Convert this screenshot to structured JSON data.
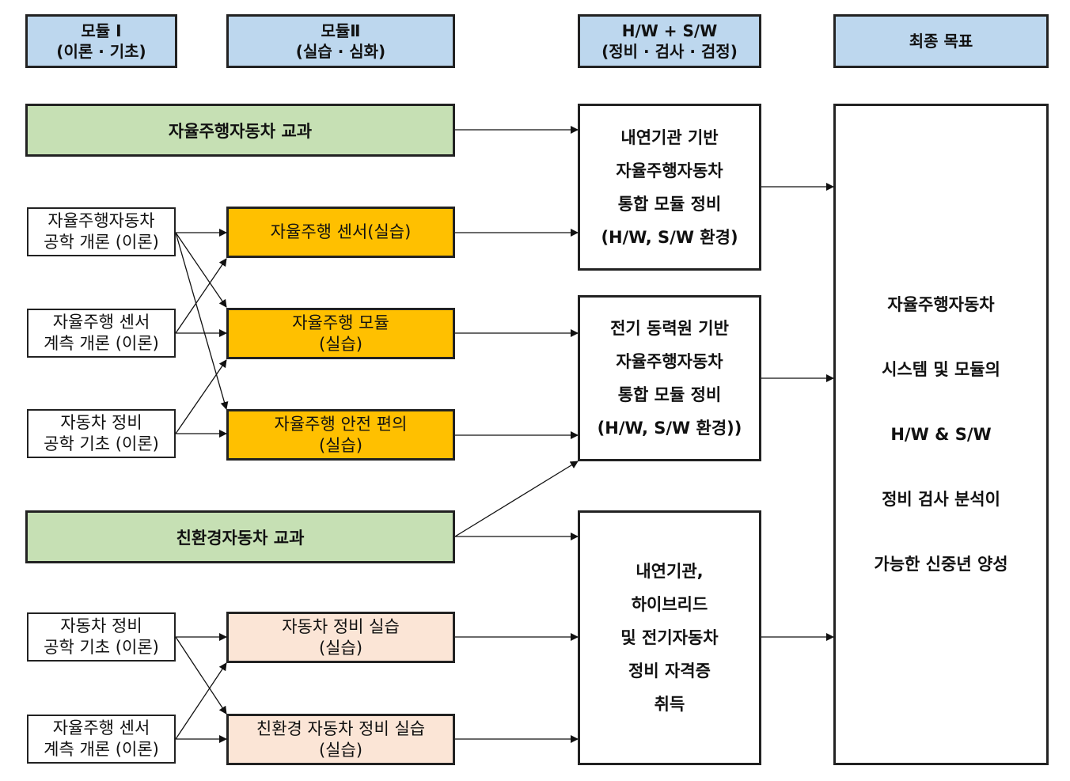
{
  "headers": {
    "module1": [
      "모듈 Ⅰ",
      "(이론 · 기초)"
    ],
    "module2": [
      "모듈Ⅱ",
      "(실습 · 심화)"
    ],
    "hwsw": [
      "H/W + S/W",
      "(정비 · 검사 · 검정)"
    ],
    "final": [
      "최종 목표"
    ]
  },
  "courses": {
    "autonomous": "자율주행자동차 교과",
    "eco": "친환경자동차 교과"
  },
  "theory": {
    "t1": [
      "자율주행자동차",
      "공학 개론 (이론)"
    ],
    "t2": [
      "자율주행 센서",
      "계측 개론 (이론)"
    ],
    "t3": [
      "자동차 정비",
      "공학 기초 (이론)"
    ],
    "t4": [
      "자동차 정비",
      "공학 기초 (이론)"
    ],
    "t5": [
      "자율주행 센서",
      "계측 개론 (이론)"
    ]
  },
  "practice": {
    "p1": [
      "자율주행 센서(실습)"
    ],
    "p2": [
      "자율주행 모듈",
      "(실습)"
    ],
    "p3": [
      "자율주행 안전 편의",
      "(실습)"
    ],
    "p4": [
      "자동차 정비 실습",
      "(실습)"
    ],
    "p5": [
      "친환경 자동차 정비 실습",
      "(실습)"
    ]
  },
  "outcomes": {
    "o1": [
      "내연기관 기반",
      "자율주행자동차",
      "통합 모듈 정비",
      "(H/W, S/W 환경)"
    ],
    "o2": [
      "전기 동력원 기반",
      "자율주행자동차",
      "통합 모듈 정비",
      "(H/W, S/W 환경))"
    ],
    "o3": [
      "내연기관,",
      "하이브리드",
      "및 전기자동차",
      "정비 자격증",
      "취득"
    ]
  },
  "goal": [
    "자율주행자동차",
    "시스템 및 모듈의",
    "H/W & S/W",
    "정비 검사 분석이",
    "가능한 신중년 양성"
  ],
  "colors": {
    "header": "#bdd7ee",
    "course": "#c6e0b4",
    "practice_autonomous": "#ffc000",
    "practice_eco": "#fbe5d6",
    "border": "#222222"
  }
}
